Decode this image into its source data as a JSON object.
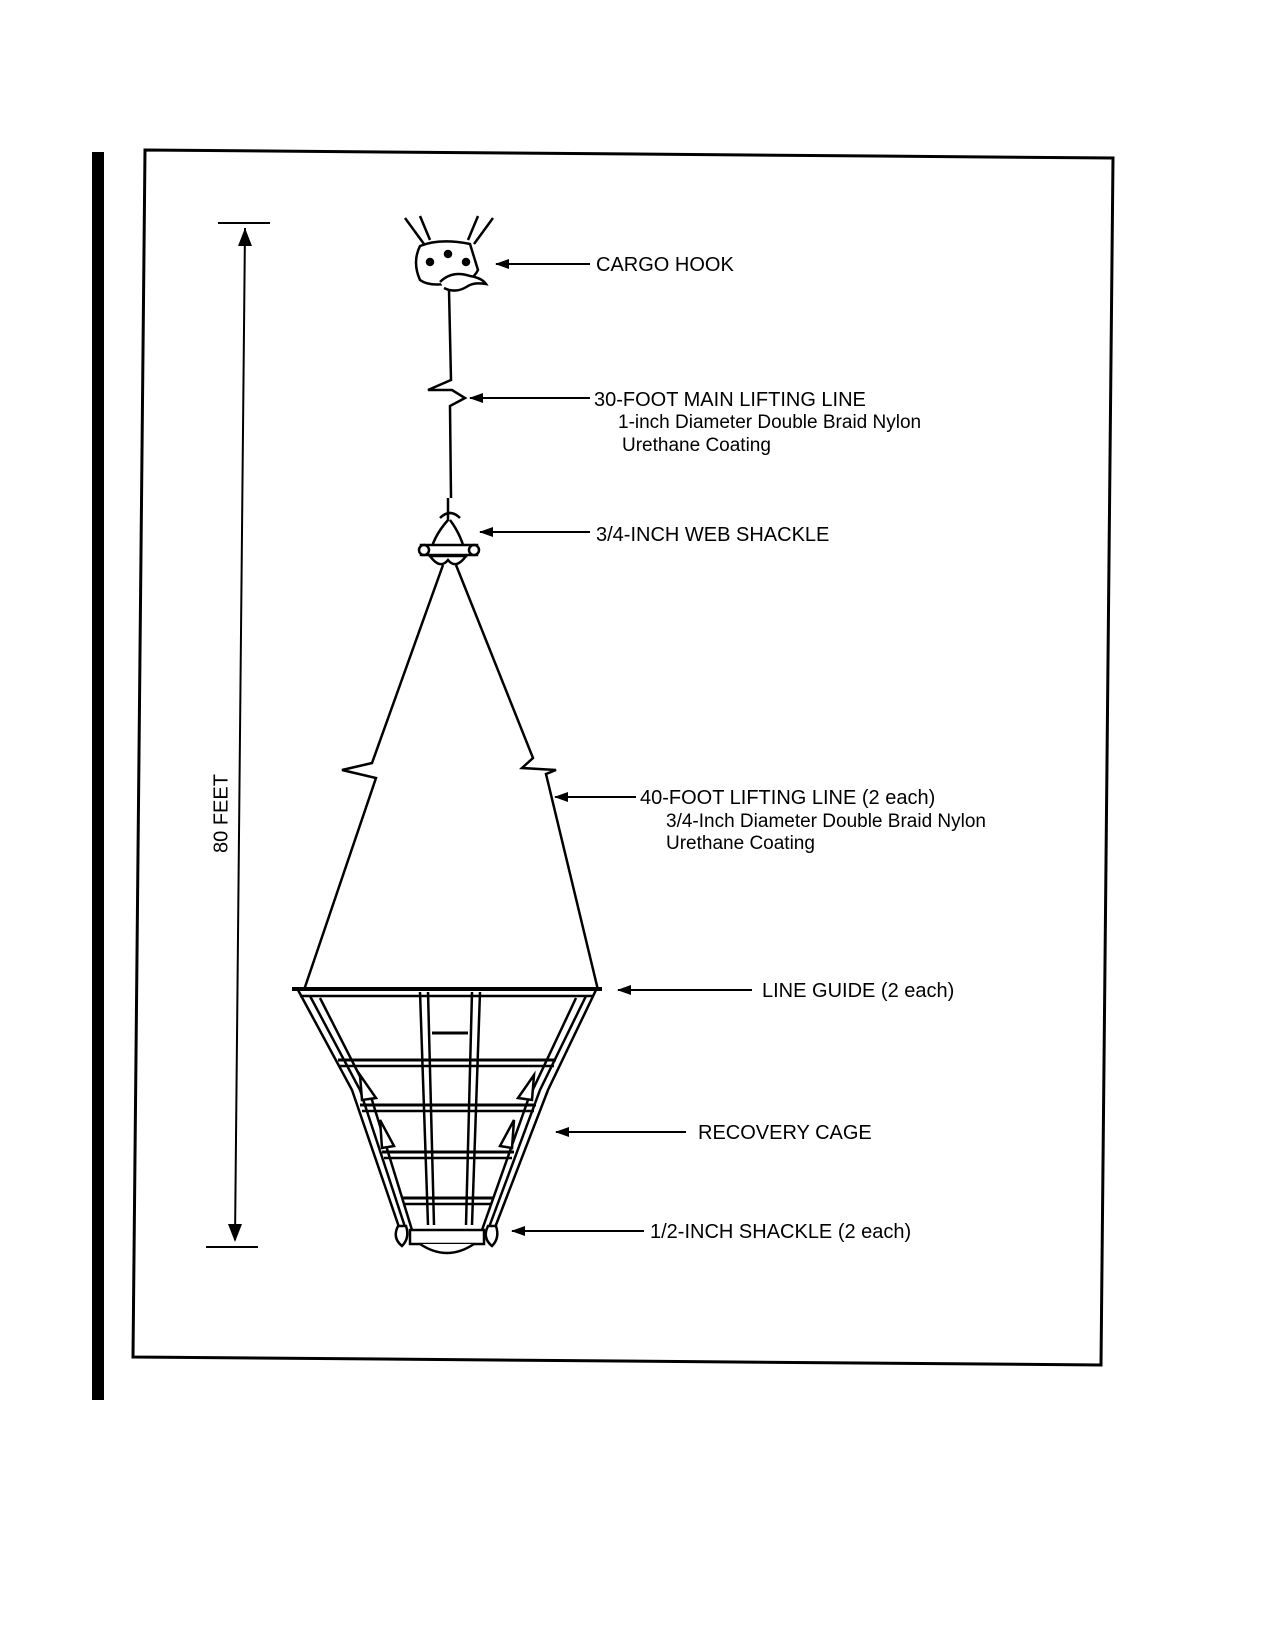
{
  "dimension": {
    "label": "80 FEET"
  },
  "callouts": {
    "cargo_hook": {
      "title": "CARGO HOOK"
    },
    "main_lifting_line": {
      "title": "30-FOOT MAIN LIFTING LINE",
      "detail_1": "1-inch Diameter Double Braid Nylon",
      "detail_2": "Urethane Coating"
    },
    "web_shackle": {
      "title": "3/4-INCH WEB SHACKLE"
    },
    "lifting_line": {
      "title": "40-FOOT LIFTING LINE (2 each)",
      "detail_1": "3/4-Inch Diameter Double Braid Nylon",
      "detail_2": "Urethane Coating"
    },
    "line_guide": {
      "title": "LINE GUIDE (2 each)"
    },
    "recovery_cage": {
      "title": "RECOVERY CAGE"
    },
    "half_inch_shackle": {
      "title": "1/2-INCH SHACKLE (2 each)"
    }
  }
}
